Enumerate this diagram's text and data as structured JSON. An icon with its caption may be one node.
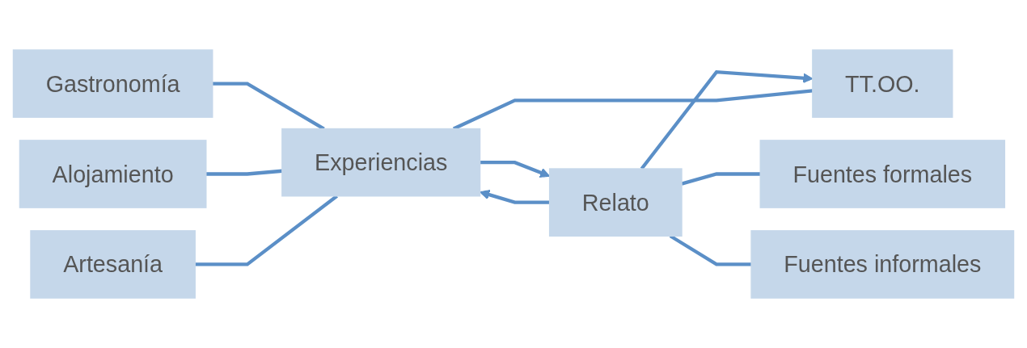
{
  "diagram": {
    "nodes": [
      {
        "text": [
          "Gastronomía"
        ]
      },
      {
        "text": [
          "Alojamiento"
        ]
      },
      {
        "text": [
          "Artesanía"
        ]
      },
      {
        "text": [
          "TT.OO."
        ]
      },
      {
        "text": [
          "Experiencias"
        ]
      },
      {
        "text": [
          "Relato"
        ]
      },
      {
        "text": [
          "Fuentes formales"
        ]
      },
      {
        "text": [
          "Fuentes informales"
        ]
      }
    ],
    "edges": [
      {
        "from": 0,
        "to": 4,
        "arrow": "none"
      },
      {
        "from": 1,
        "to": 4,
        "arrow": "none"
      },
      {
        "from": 2,
        "to": 4,
        "arrow": "none"
      },
      {
        "from": 3,
        "to": 4,
        "arrow": "none"
      },
      {
        "from": 4,
        "to": 5,
        "arrow": "to"
      },
      {
        "from": 5,
        "to": 4,
        "arrow": "to"
      },
      {
        "from": 5,
        "to": 3,
        "arrow": "to"
      },
      {
        "from": 5,
        "to": 6,
        "arrow": "none"
      },
      {
        "from": 5,
        "to": 7,
        "arrow": "none"
      }
    ]
  }
}
